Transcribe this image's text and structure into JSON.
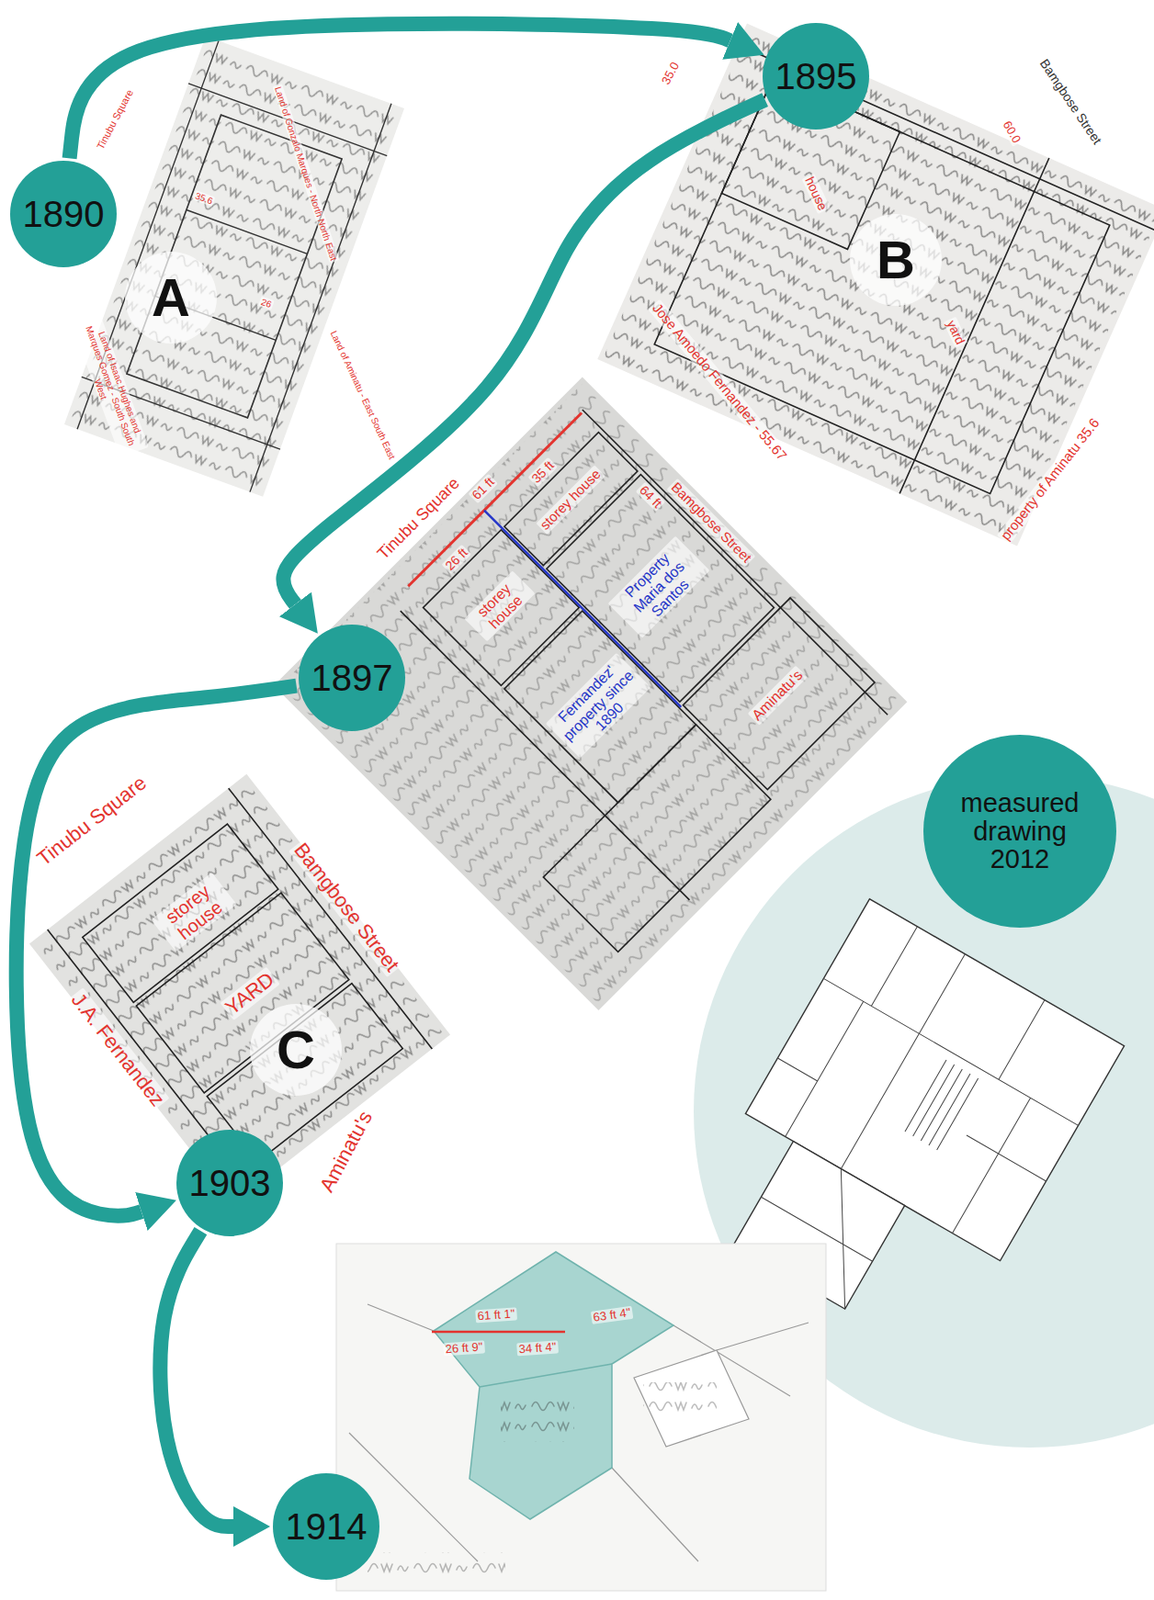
{
  "diagram": {
    "nodes": [
      {
        "text": [
          "1890"
        ]
      },
      {
        "text": [
          "A"
        ]
      },
      {
        "text": [
          "1895"
        ]
      },
      {
        "text": [
          "B"
        ]
      },
      {
        "text": [
          "1897"
        ]
      },
      {
        "text": [
          "measured drawing 2012"
        ]
      },
      {
        "text": [
          "C"
        ]
      },
      {
        "text": [
          "1903"
        ]
      },
      {
        "text": [
          "1914"
        ]
      }
    ],
    "edges": [
      {
        "from": 0,
        "to": 2,
        "arrow": "to"
      },
      {
        "from": 2,
        "to": 4,
        "arrow": "to"
      },
      {
        "from": 4,
        "to": 7,
        "arrow": "to"
      },
      {
        "from": 7,
        "to": 8,
        "arrow": "to"
      }
    ],
    "labels": [
      "Tinubu Square",
      "Land of Gonzalo Marques - North North East",
      "35.6",
      "26",
      "Land of Aminatu - East South East",
      "Land of Isaac Hughes and Marques Gomez - South South West",
      "Bamgbose Street",
      "60.0",
      "35.0",
      "house",
      "yard",
      "Jose Amoedo Fernandez - 55.67",
      "property of Aminatu 35.6",
      "Tinubu Square",
      "61 ft",
      "26 ft",
      "35 ft",
      "Bamgbose Street",
      "64 ft",
      "storey house",
      "storey house",
      "Property Maria dos Santos",
      "Fernandez' property since 1890",
      "Aminatu's",
      "Tinubu Square",
      "Bamgbose Street",
      "storey house",
      "YARD",
      "J.A. Fernandez",
      "Aminatu's",
      "61 ft 1\"",
      "26 ft 9\"",
      "34 ft 4\"",
      "63 ft 4\""
    ]
  }
}
